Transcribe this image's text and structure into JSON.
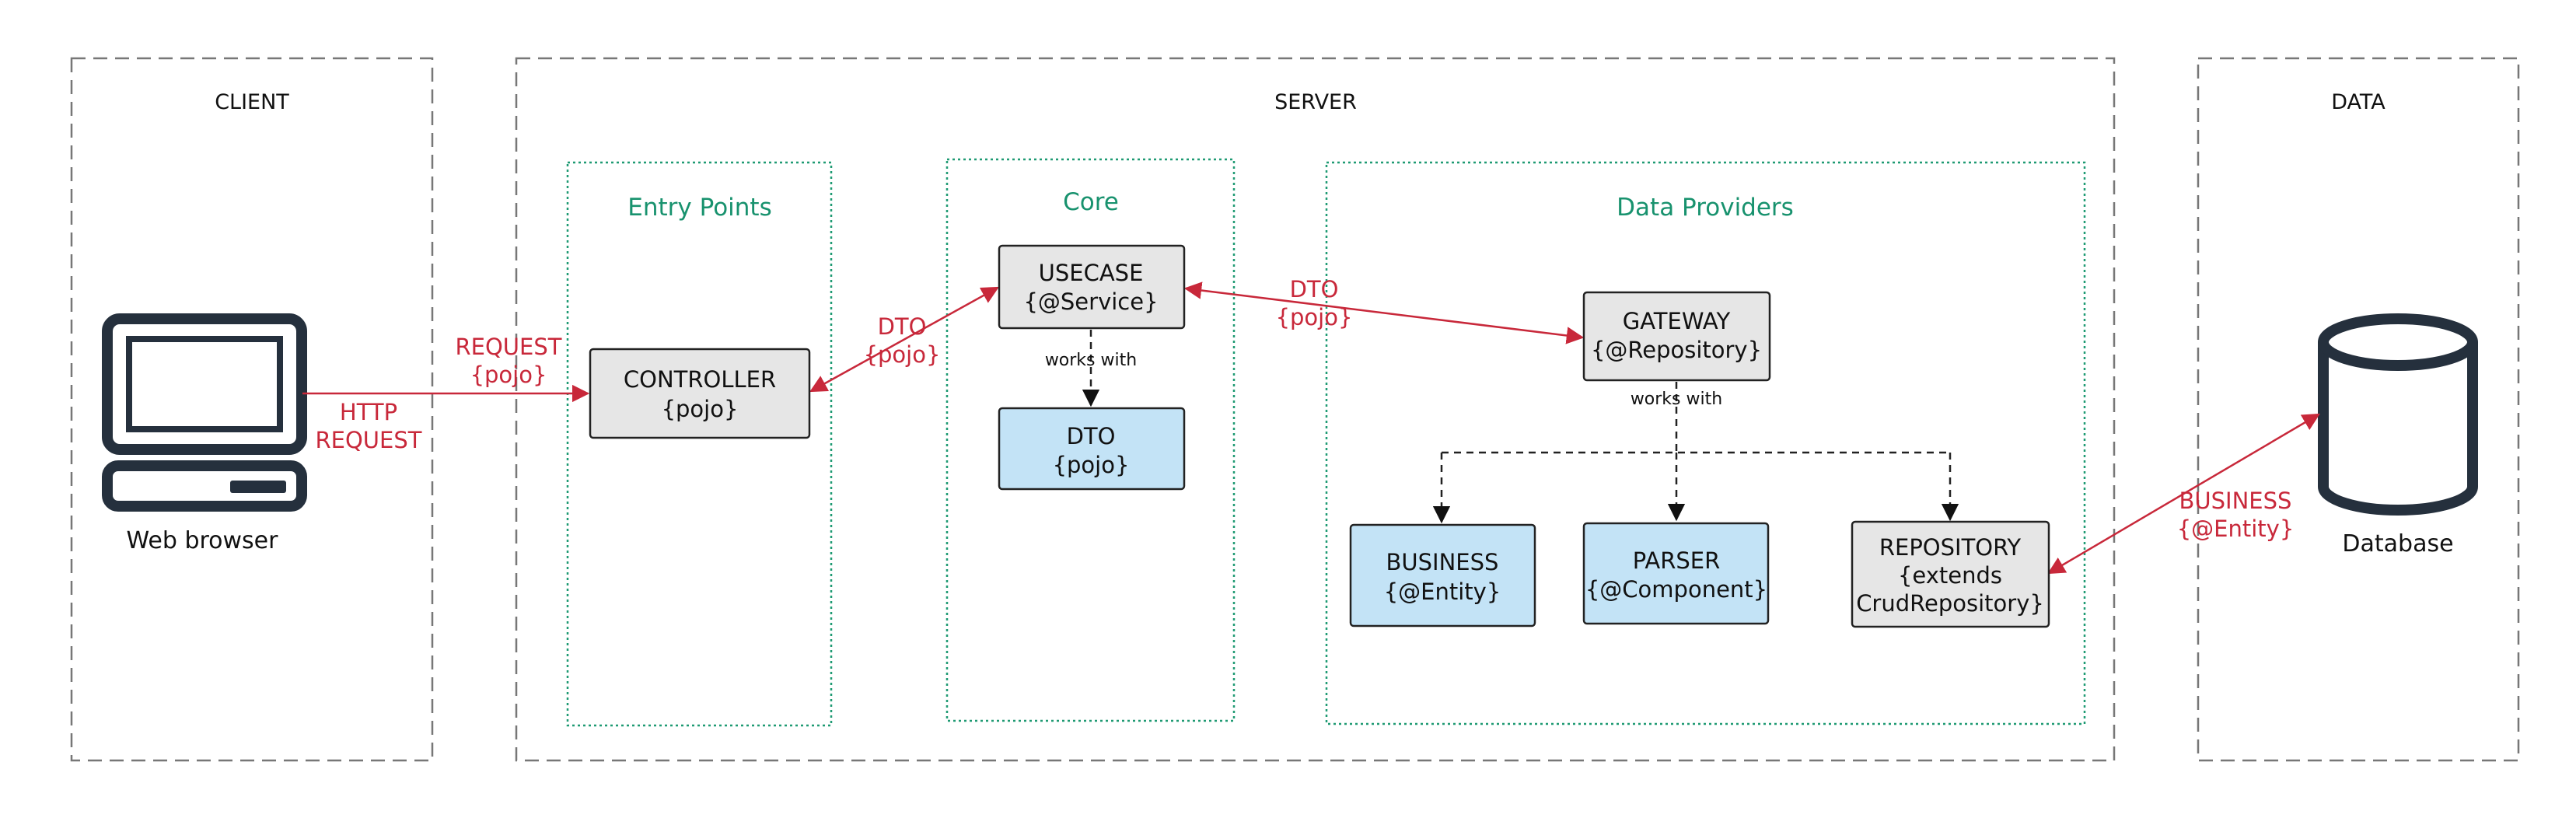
{
  "zones": {
    "client": "CLIENT",
    "server": "SERVER",
    "data": "DATA"
  },
  "subzones": {
    "entry": "Entry Points",
    "core": "Core",
    "providers": "Data Providers"
  },
  "boxes": {
    "controller": [
      "CONTROLLER",
      "{pojo}"
    ],
    "usecase": [
      "USECASE",
      "{@Service}"
    ],
    "dto": [
      "DTO",
      "{pojo}"
    ],
    "gateway": [
      "GATEWAY",
      "{@Repository}"
    ],
    "business": [
      "BUSINESS",
      "{@Entity}"
    ],
    "parser": [
      "PARSER",
      "{@Component}"
    ],
    "repository": [
      "REPOSITORY",
      "{extends",
      "CrudRepository}"
    ]
  },
  "edge_labels": {
    "request": [
      "REQUEST",
      "{pojo}"
    ],
    "http": [
      "HTTP",
      "REQUEST"
    ],
    "dto_left": [
      "DTO",
      "{pojo}"
    ],
    "dto_right": [
      "DTO",
      "{pojo}"
    ],
    "business_entity": [
      "BUSINESS",
      "{@Entity}"
    ],
    "works_with_core": "works with",
    "works_with_gateway": "works with"
  },
  "icons": {
    "browser": "computer-monitor-icon",
    "database": "database-cylinder-icon"
  },
  "captions": {
    "browser": "Web browser",
    "database": "Database"
  },
  "colors": {
    "accent_red": "#c8283a",
    "subzone_green": "#18926e",
    "box_gray": "#e6e6e6",
    "box_blue": "#c3e3f6"
  }
}
